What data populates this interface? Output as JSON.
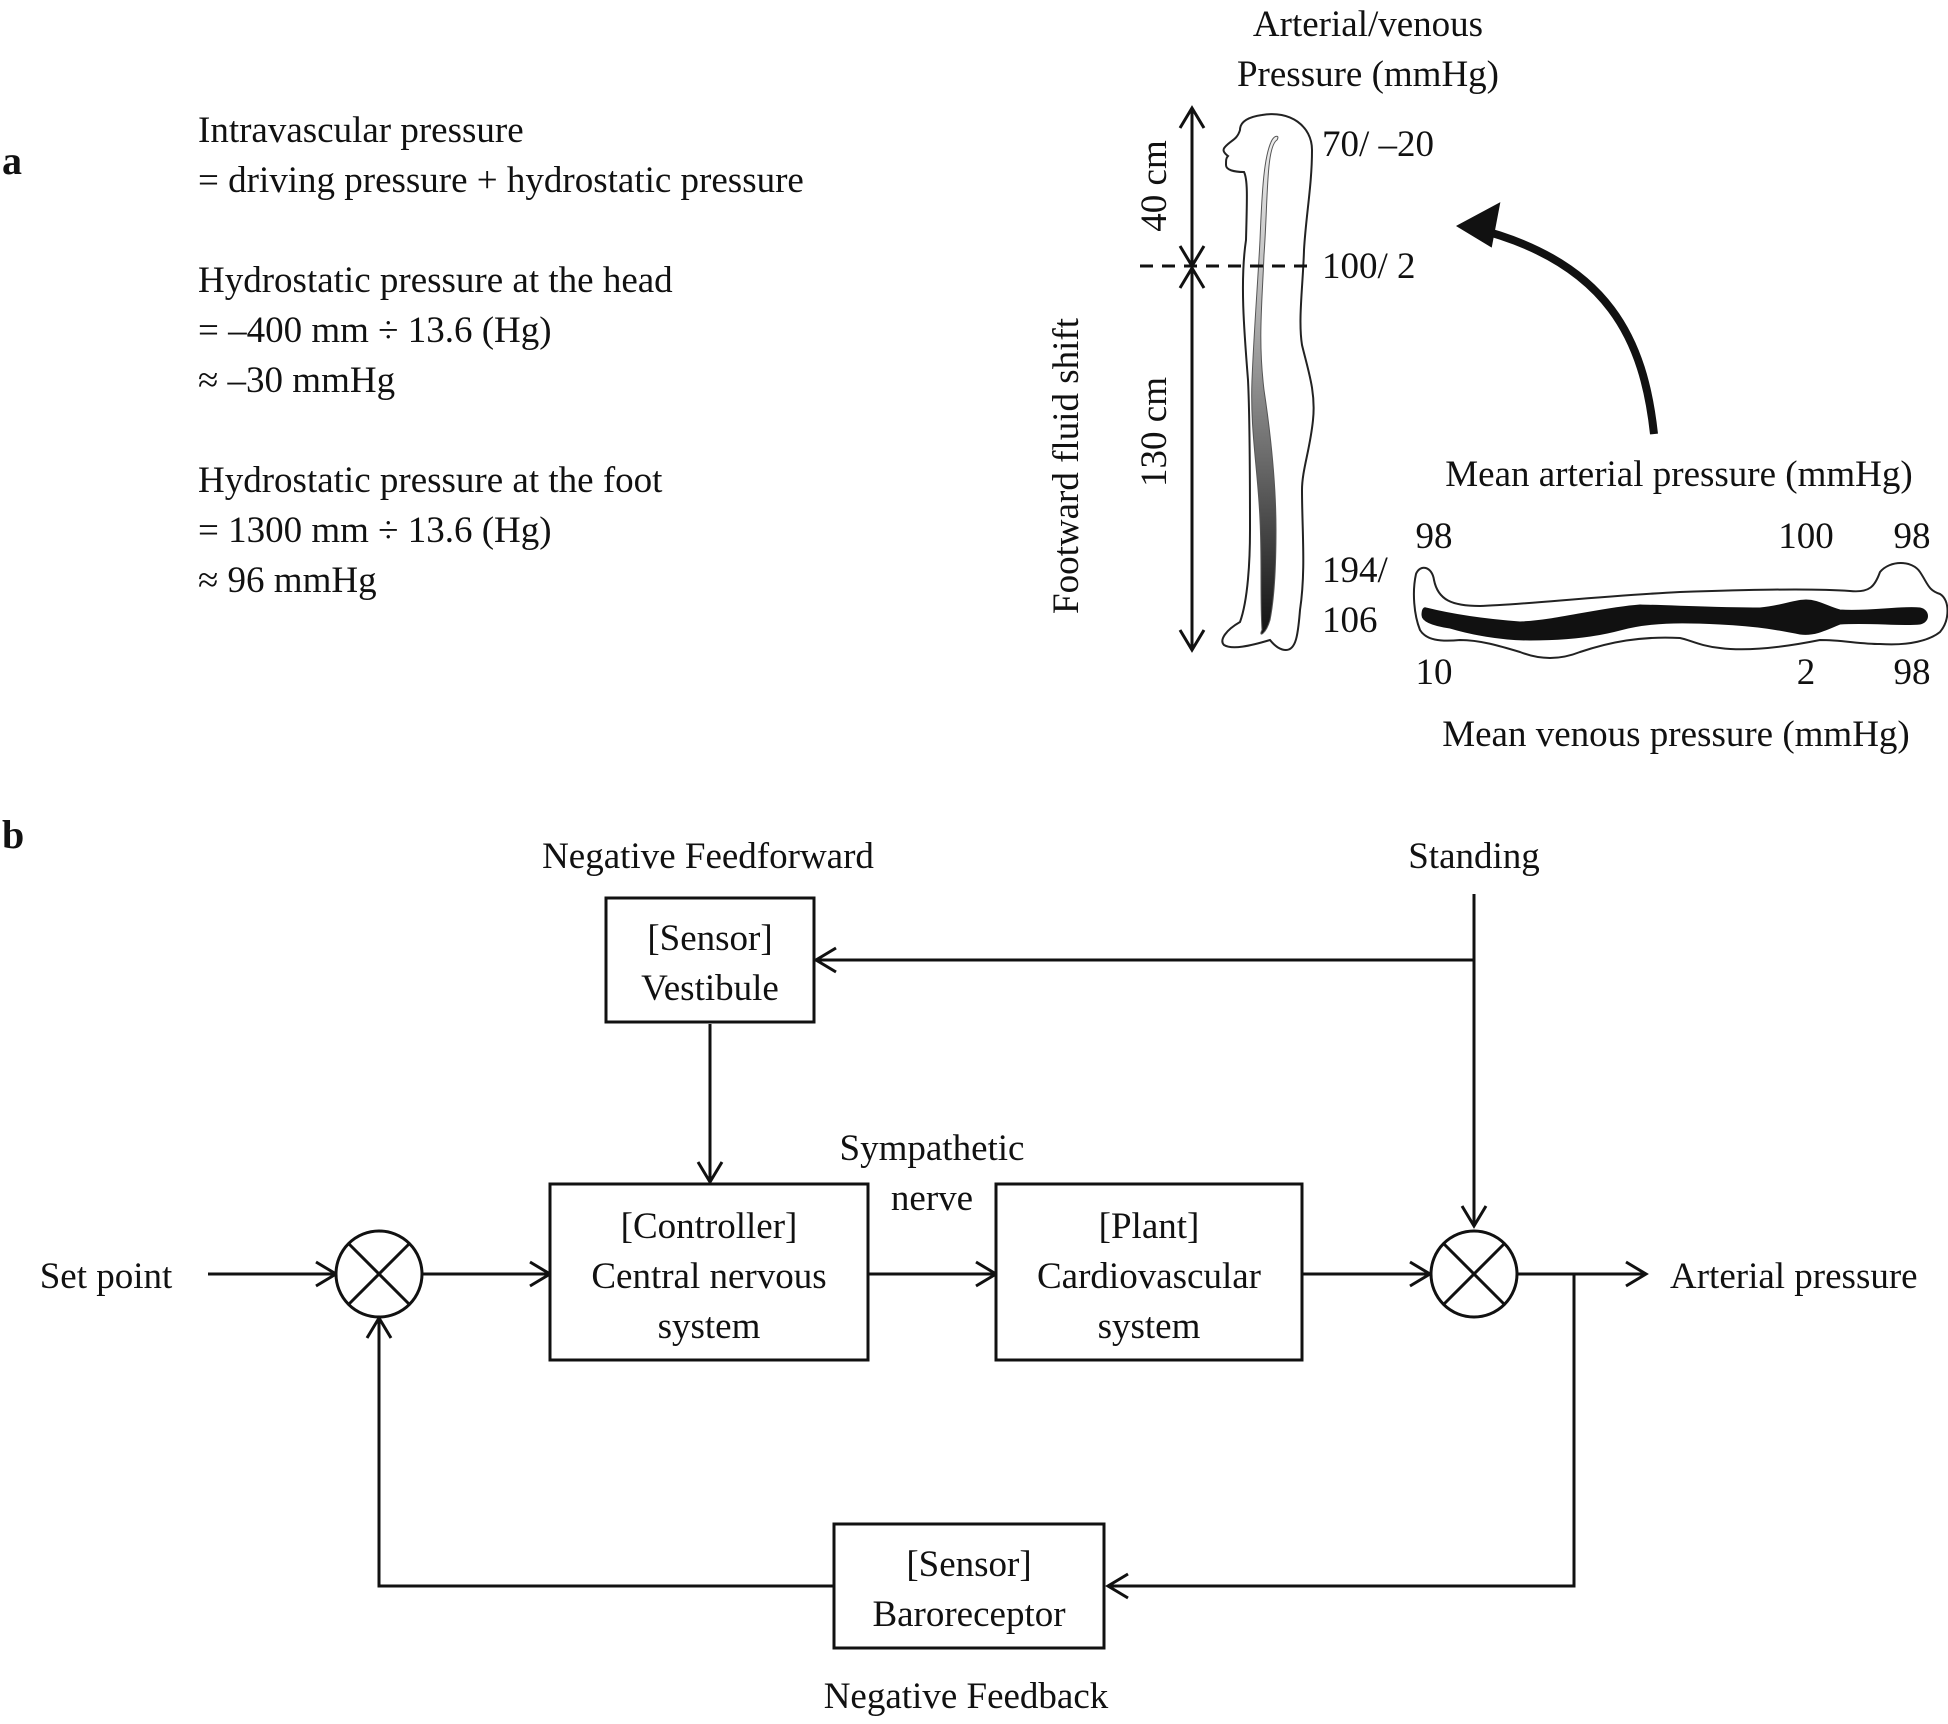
{
  "panel_a": {
    "label": "a",
    "equations": {
      "l1": "Intravascular pressure",
      "l2": "= driving pressure + hydrostatic pressure",
      "l3": "Hydrostatic pressure at the head",
      "l4": "= –400 mm ÷ 13.6 (Hg)",
      "l5": "≈ –30 mmHg",
      "l6": "Hydrostatic pressure at the foot",
      "l7": "= 1300 mm ÷ 13.6 (Hg)",
      "l8": "≈ 96 mmHg"
    },
    "standing_figure": {
      "title_line1": "Arterial/venous",
      "title_line2": "Pressure (mmHg)",
      "head_value": "70/ –20",
      "heart_value": "100/ 2",
      "foot_value_line1": "194/",
      "foot_value_line2": "106",
      "upper_length": "40 cm",
      "lower_length": "130 cm",
      "shift_label": "Footward fluid shift"
    },
    "supine_figure": {
      "arterial_title": "Mean arterial pressure (mmHg)",
      "venous_title": "Mean venous pressure (mmHg)",
      "arterial_values": [
        "98",
        "100",
        "98"
      ],
      "venous_values": [
        "10",
        "2",
        "98"
      ]
    }
  },
  "panel_b": {
    "label": "b",
    "feedforward_title": "Negative Feedforward",
    "feedback_title": "Negative Feedback",
    "standing_label": "Standing",
    "input_label": "Set point",
    "output_label": "Arterial pressure",
    "nerve_label_line1": "Sympathetic",
    "nerve_label_line2": "nerve",
    "vestibule_box": {
      "line1": "[Sensor]",
      "line2": "Vestibule"
    },
    "controller_box": {
      "line1": "[Controller]",
      "line2": "Central nervous",
      "line3": "system"
    },
    "plant_box": {
      "line1": "[Plant]",
      "line2": "Cardiovascular",
      "line3": "system"
    },
    "baroreceptor_box": {
      "line1": "[Sensor]",
      "line2": "Baroreceptor"
    }
  }
}
